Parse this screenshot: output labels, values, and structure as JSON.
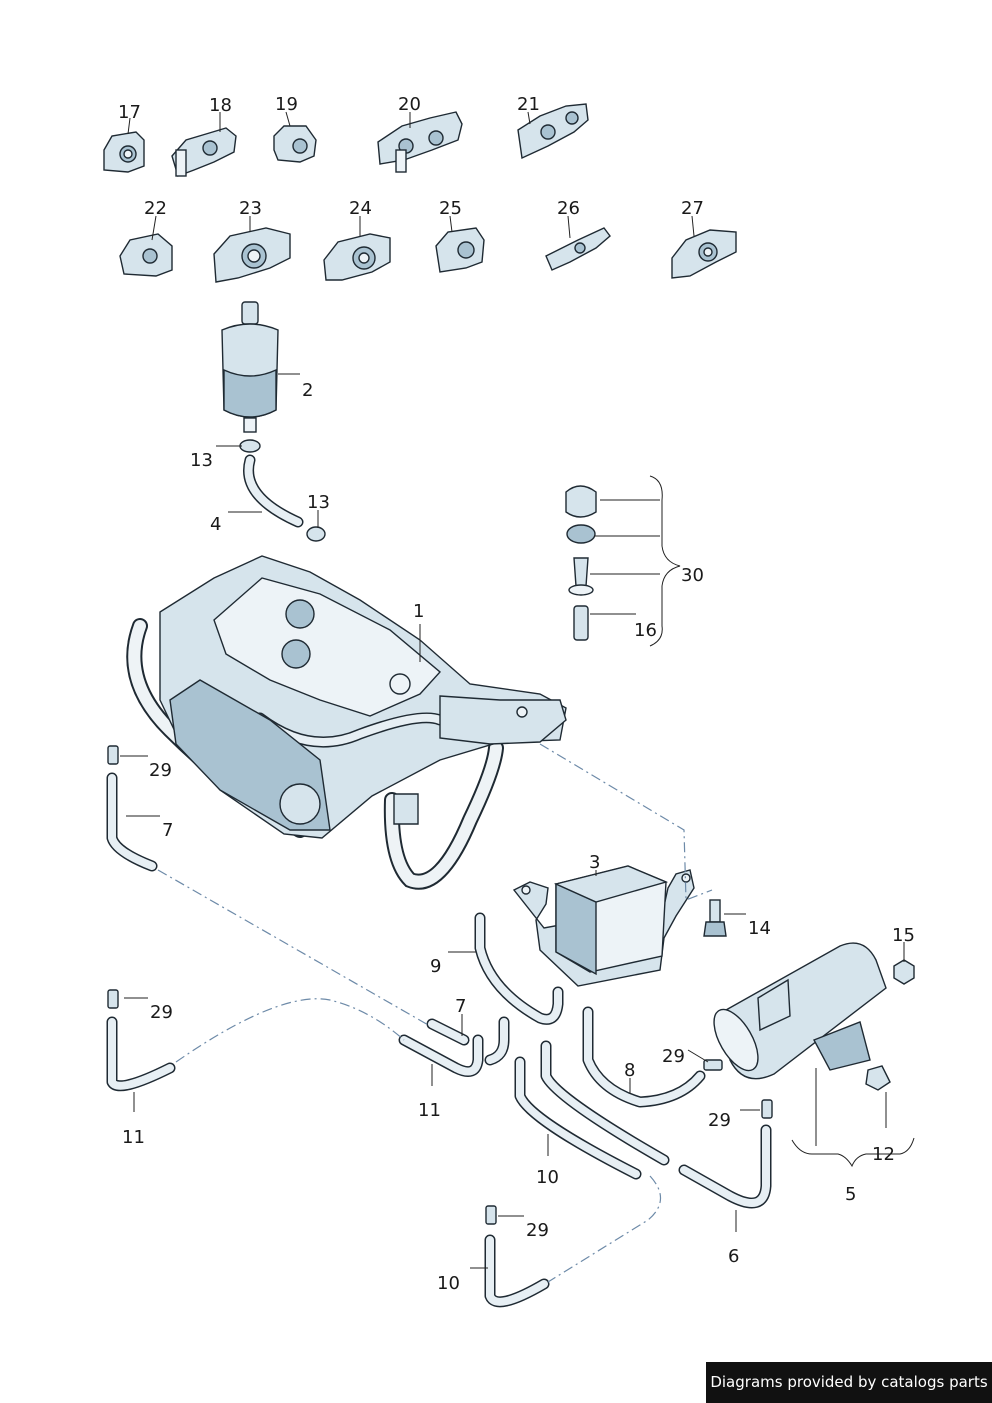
{
  "labels": {
    "p1": "1",
    "p2": "2",
    "p3": "3",
    "p4": "4",
    "p5": "5",
    "p6": "6",
    "p7a": "7",
    "p7b": "7",
    "p8": "8",
    "p9": "9",
    "p10a": "10",
    "p10b": "10",
    "p11a": "11",
    "p11b": "11",
    "p12": "12",
    "p13a": "13",
    "p13b": "13",
    "p14": "14",
    "p15": "15",
    "p16": "16",
    "p17": "17",
    "p18": "18",
    "p19": "19",
    "p20": "20",
    "p21": "21",
    "p22": "22",
    "p23": "23",
    "p24": "24",
    "p25": "25",
    "p26": "26",
    "p27": "27",
    "p29a": "29",
    "p29b": "29",
    "p29c": "29",
    "p29d": "29",
    "p29e": "29",
    "p30": "30"
  },
  "footer": {
    "text": "Diagrams provided by catalogs parts"
  },
  "colors": {
    "part_fill": "#d6e4ec",
    "part_shadow": "#a9c2d1",
    "outline": "#1f2a33",
    "dash_line": "#6d8aa8"
  }
}
